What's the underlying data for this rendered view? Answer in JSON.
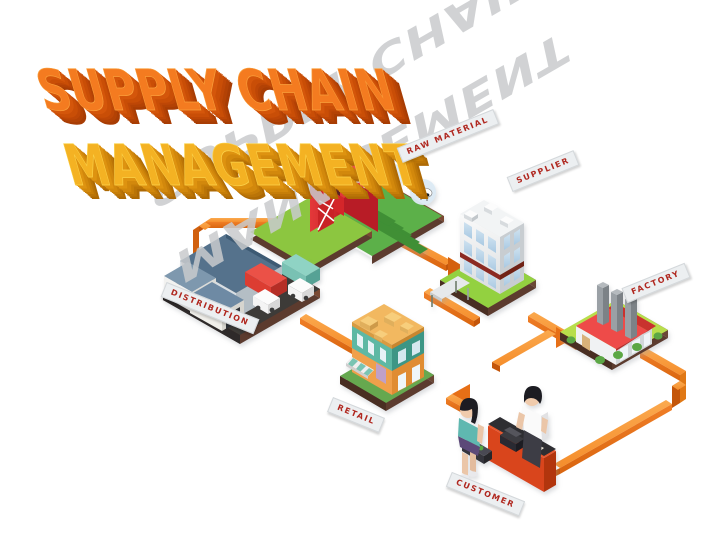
{
  "title": {
    "line1": "SUPPLY CHAIN",
    "line2": "MANAGEMENT",
    "line1_color": "#F47B20",
    "line1_top_color": "#F9A03C",
    "line1_side_color": "#D4560B",
    "line2_color": "#F4B223",
    "line2_top_color": "#FBD24A",
    "line2_side_color": "#DE9310",
    "shadow_color": "#C9CBCD"
  },
  "palette": {
    "pipe": "#F07E26",
    "pipe_top": "#F9A14A",
    "pipe_side": "#D1600E",
    "plaque_bg": "#ECEFF1",
    "plaque_text": "#B0271F",
    "barn_red": "#D6272B",
    "field_green": "#4FA544",
    "factory_red": "#E8403F",
    "retail_orange": "#F0922F",
    "retail_teal": "#3E9C8E",
    "warehouse_blue": "#4E6F8C",
    "counter_orange": "#D9441F",
    "base_brown": "#5C3B2E",
    "base_white": "#F2F2F2"
  },
  "nodes": [
    {
      "id": "raw-material",
      "label": "RAW MATERIAL",
      "order": 1
    },
    {
      "id": "supplier",
      "label": "SUPPLIER",
      "order": 2
    },
    {
      "id": "factory",
      "label": "FACTORY",
      "order": 3
    },
    {
      "id": "distribution",
      "label": "DISTRIBUTION",
      "order": 4
    },
    {
      "id": "retail",
      "label": "RETAIL",
      "order": 5
    },
    {
      "id": "customer",
      "label": "CUSTOMER",
      "order": 6
    }
  ],
  "icons": {
    "chicken": "chicken-icon",
    "cow": "cow-icon",
    "truck": "truck-icon",
    "smokestack": "smokestack-icon",
    "awning": "awning-icon",
    "cash-register": "cash-register-icon"
  }
}
